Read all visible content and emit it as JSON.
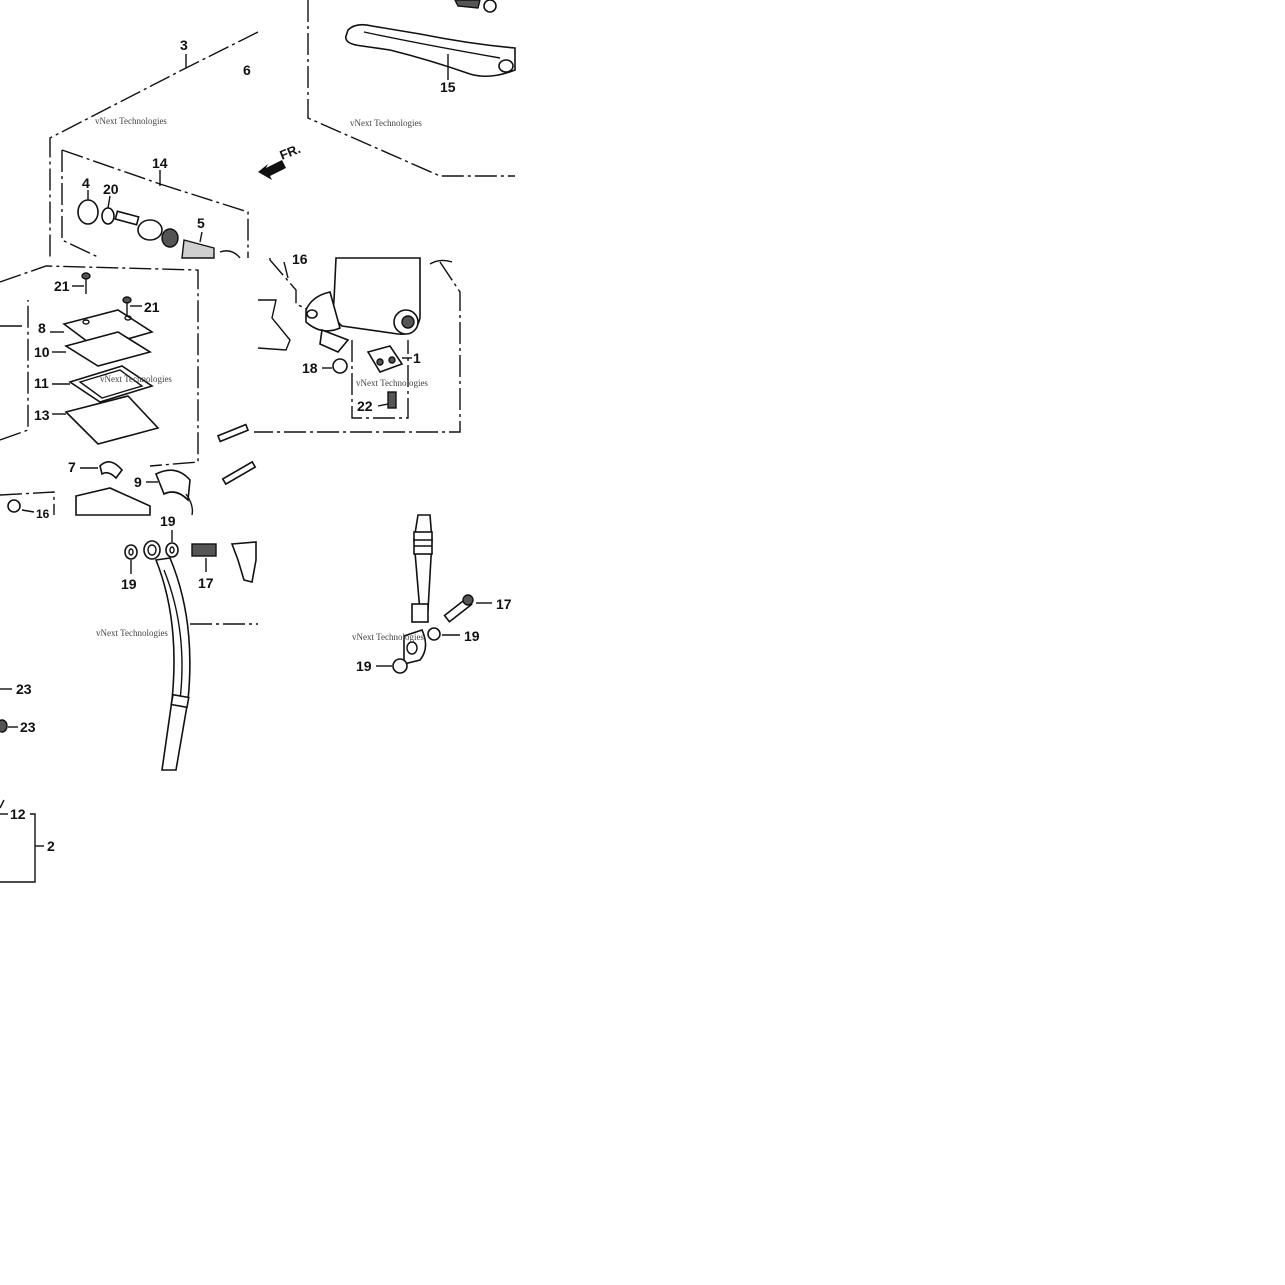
{
  "diagram": {
    "direction_marker": "FR.",
    "watermark": "vNext Technologies",
    "callouts": {
      "c3": "3",
      "c6": "6",
      "c15": "15",
      "c14": "14",
      "c4": "4",
      "c20": "20",
      "c5": "5",
      "c16a": "16",
      "c21a": "21",
      "c21b": "21",
      "c8": "8",
      "c10": "10",
      "c11": "11",
      "c13": "13",
      "c7": "7",
      "c9": "9",
      "c16b": "16",
      "c18": "18",
      "c1": "1",
      "c22": "22",
      "c19a": "19",
      "c19b": "19",
      "c17a": "17",
      "c23a": "23",
      "c23b": "23",
      "c12": "12",
      "c2": "2",
      "c17b": "17",
      "c19c": "19",
      "c19d": "19"
    }
  }
}
